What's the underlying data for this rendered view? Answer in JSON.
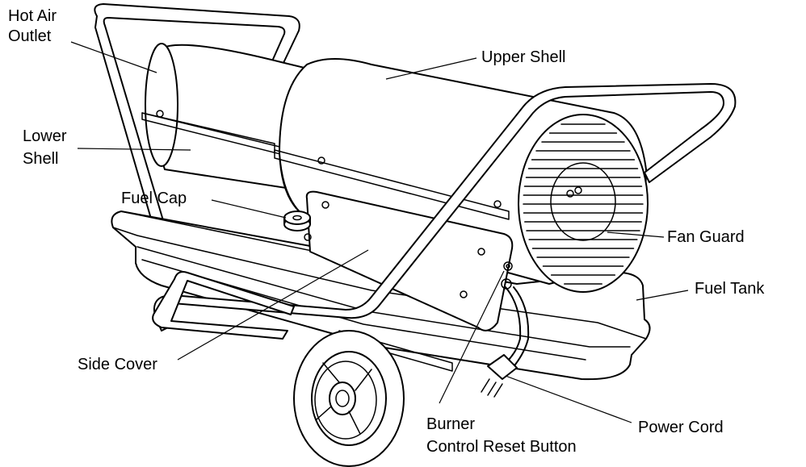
{
  "labels": {
    "hot_air_outlet_1": "Hot Air",
    "hot_air_outlet_2": "Outlet",
    "upper_shell": "Upper Shell",
    "lower_shell_1": "Lower",
    "lower_shell_2": "Shell",
    "fuel_cap": "Fuel Cap",
    "fan_guard": "Fan Guard",
    "fuel_tank": "Fuel Tank",
    "side_cover": "Side Cover",
    "burner_1": "Burner",
    "burner_2": "Control Reset Button",
    "power_cord": "Power Cord"
  }
}
